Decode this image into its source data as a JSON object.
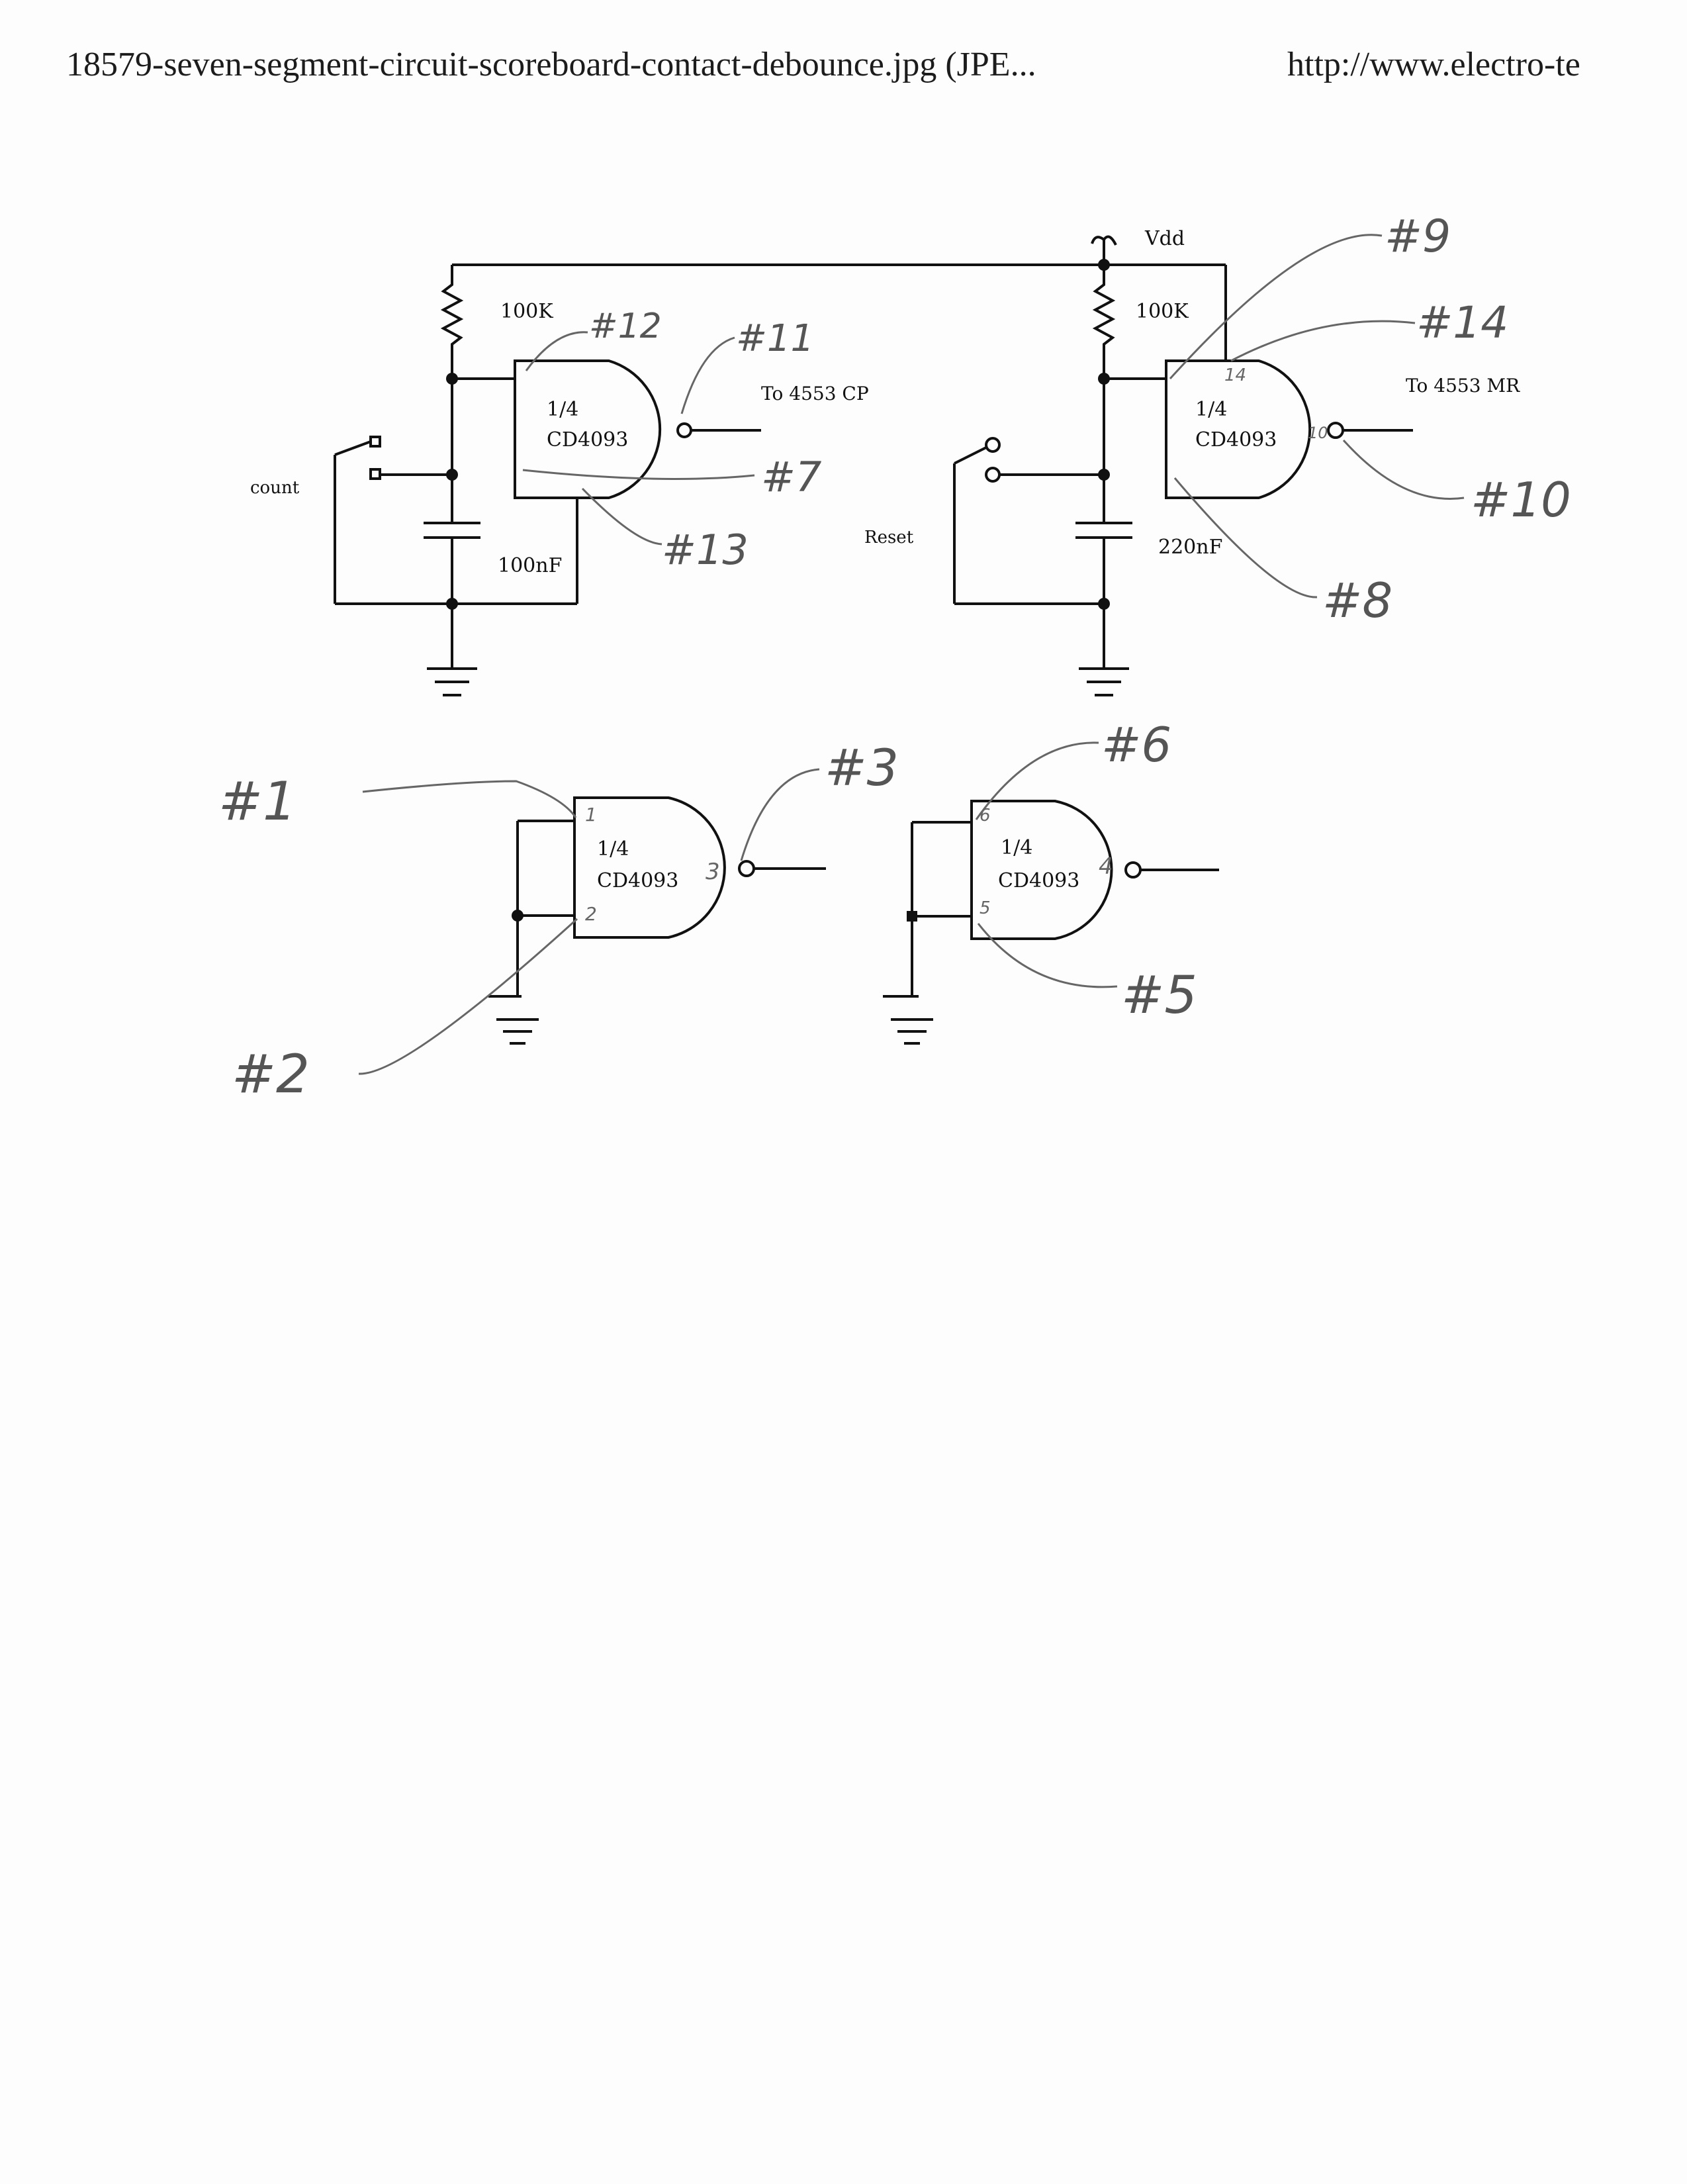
{
  "header": {
    "filename": "18579-seven-segment-circuit-scoreboard-contact-debounce.jpg (JPE...",
    "url": "http://www.electro-te"
  },
  "schematic": {
    "supply_label": "Vdd",
    "left_circuit": {
      "resistor": "100K",
      "gate_fraction": "1/4",
      "gate_chip": "CD4093",
      "capacitor": "100nF",
      "switch_label": "count",
      "output_label": "To 4553 CP"
    },
    "right_circuit": {
      "resistor": "100K",
      "gate_fraction": "1/4",
      "gate_chip": "CD4093",
      "capacitor": "220nF",
      "switch_label": "Reset",
      "output_label": "To 4553 MR",
      "pin_14": "14",
      "pin_10": "10"
    },
    "unused_gate_a": {
      "gate_fraction": "1/4",
      "gate_chip": "CD4093",
      "pin_in1": "1",
      "pin_in2": "2",
      "pin_out": "3"
    },
    "unused_gate_b": {
      "gate_fraction": "1/4",
      "gate_chip": "CD4093",
      "pin_in1": "6",
      "pin_in2": "5",
      "pin_out": "4"
    }
  },
  "annotations": {
    "n1": "#1",
    "n2": "#2",
    "n3": "#3",
    "n5": "#5",
    "n6": "#6",
    "n7": "#7",
    "n8": "#8",
    "n9": "#9",
    "n10": "#10",
    "n11": "#11",
    "n12": "#12",
    "n13": "#13",
    "n14": "#14"
  }
}
